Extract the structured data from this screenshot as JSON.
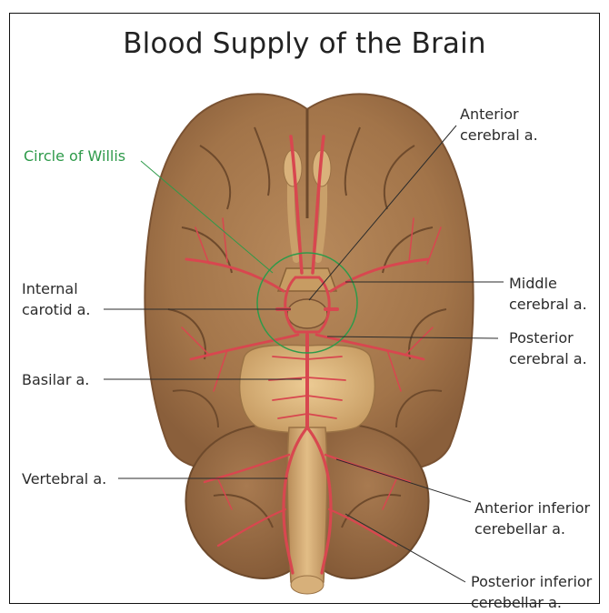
{
  "title": "Blood Supply of the Brain",
  "labels": {
    "circle_of_willis": "Circle of Willis",
    "anterior_cerebral": [
      "Anterior",
      "cerebral a."
    ],
    "internal_carotid": [
      "Internal",
      "carotid a."
    ],
    "middle_cerebral": [
      "Middle",
      "cerebral a."
    ],
    "posterior_cerebral": [
      "Posterior",
      "cerebral a."
    ],
    "basilar": "Basilar a.",
    "vertebral": "Vertebral a.",
    "anterior_inferior_cerebellar": [
      "Anterior inferior",
      "cerebellar a."
    ],
    "posterior_inferior_cerebellar": [
      "Posterior inferior",
      "cerebellar a."
    ]
  },
  "colors": {
    "brain": "#a97a4f",
    "brain_shadow": "#8a5f3b",
    "brainstem": "#cfa46d",
    "artery": "#d8474f",
    "circle_accent": "#2e9a4a"
  }
}
